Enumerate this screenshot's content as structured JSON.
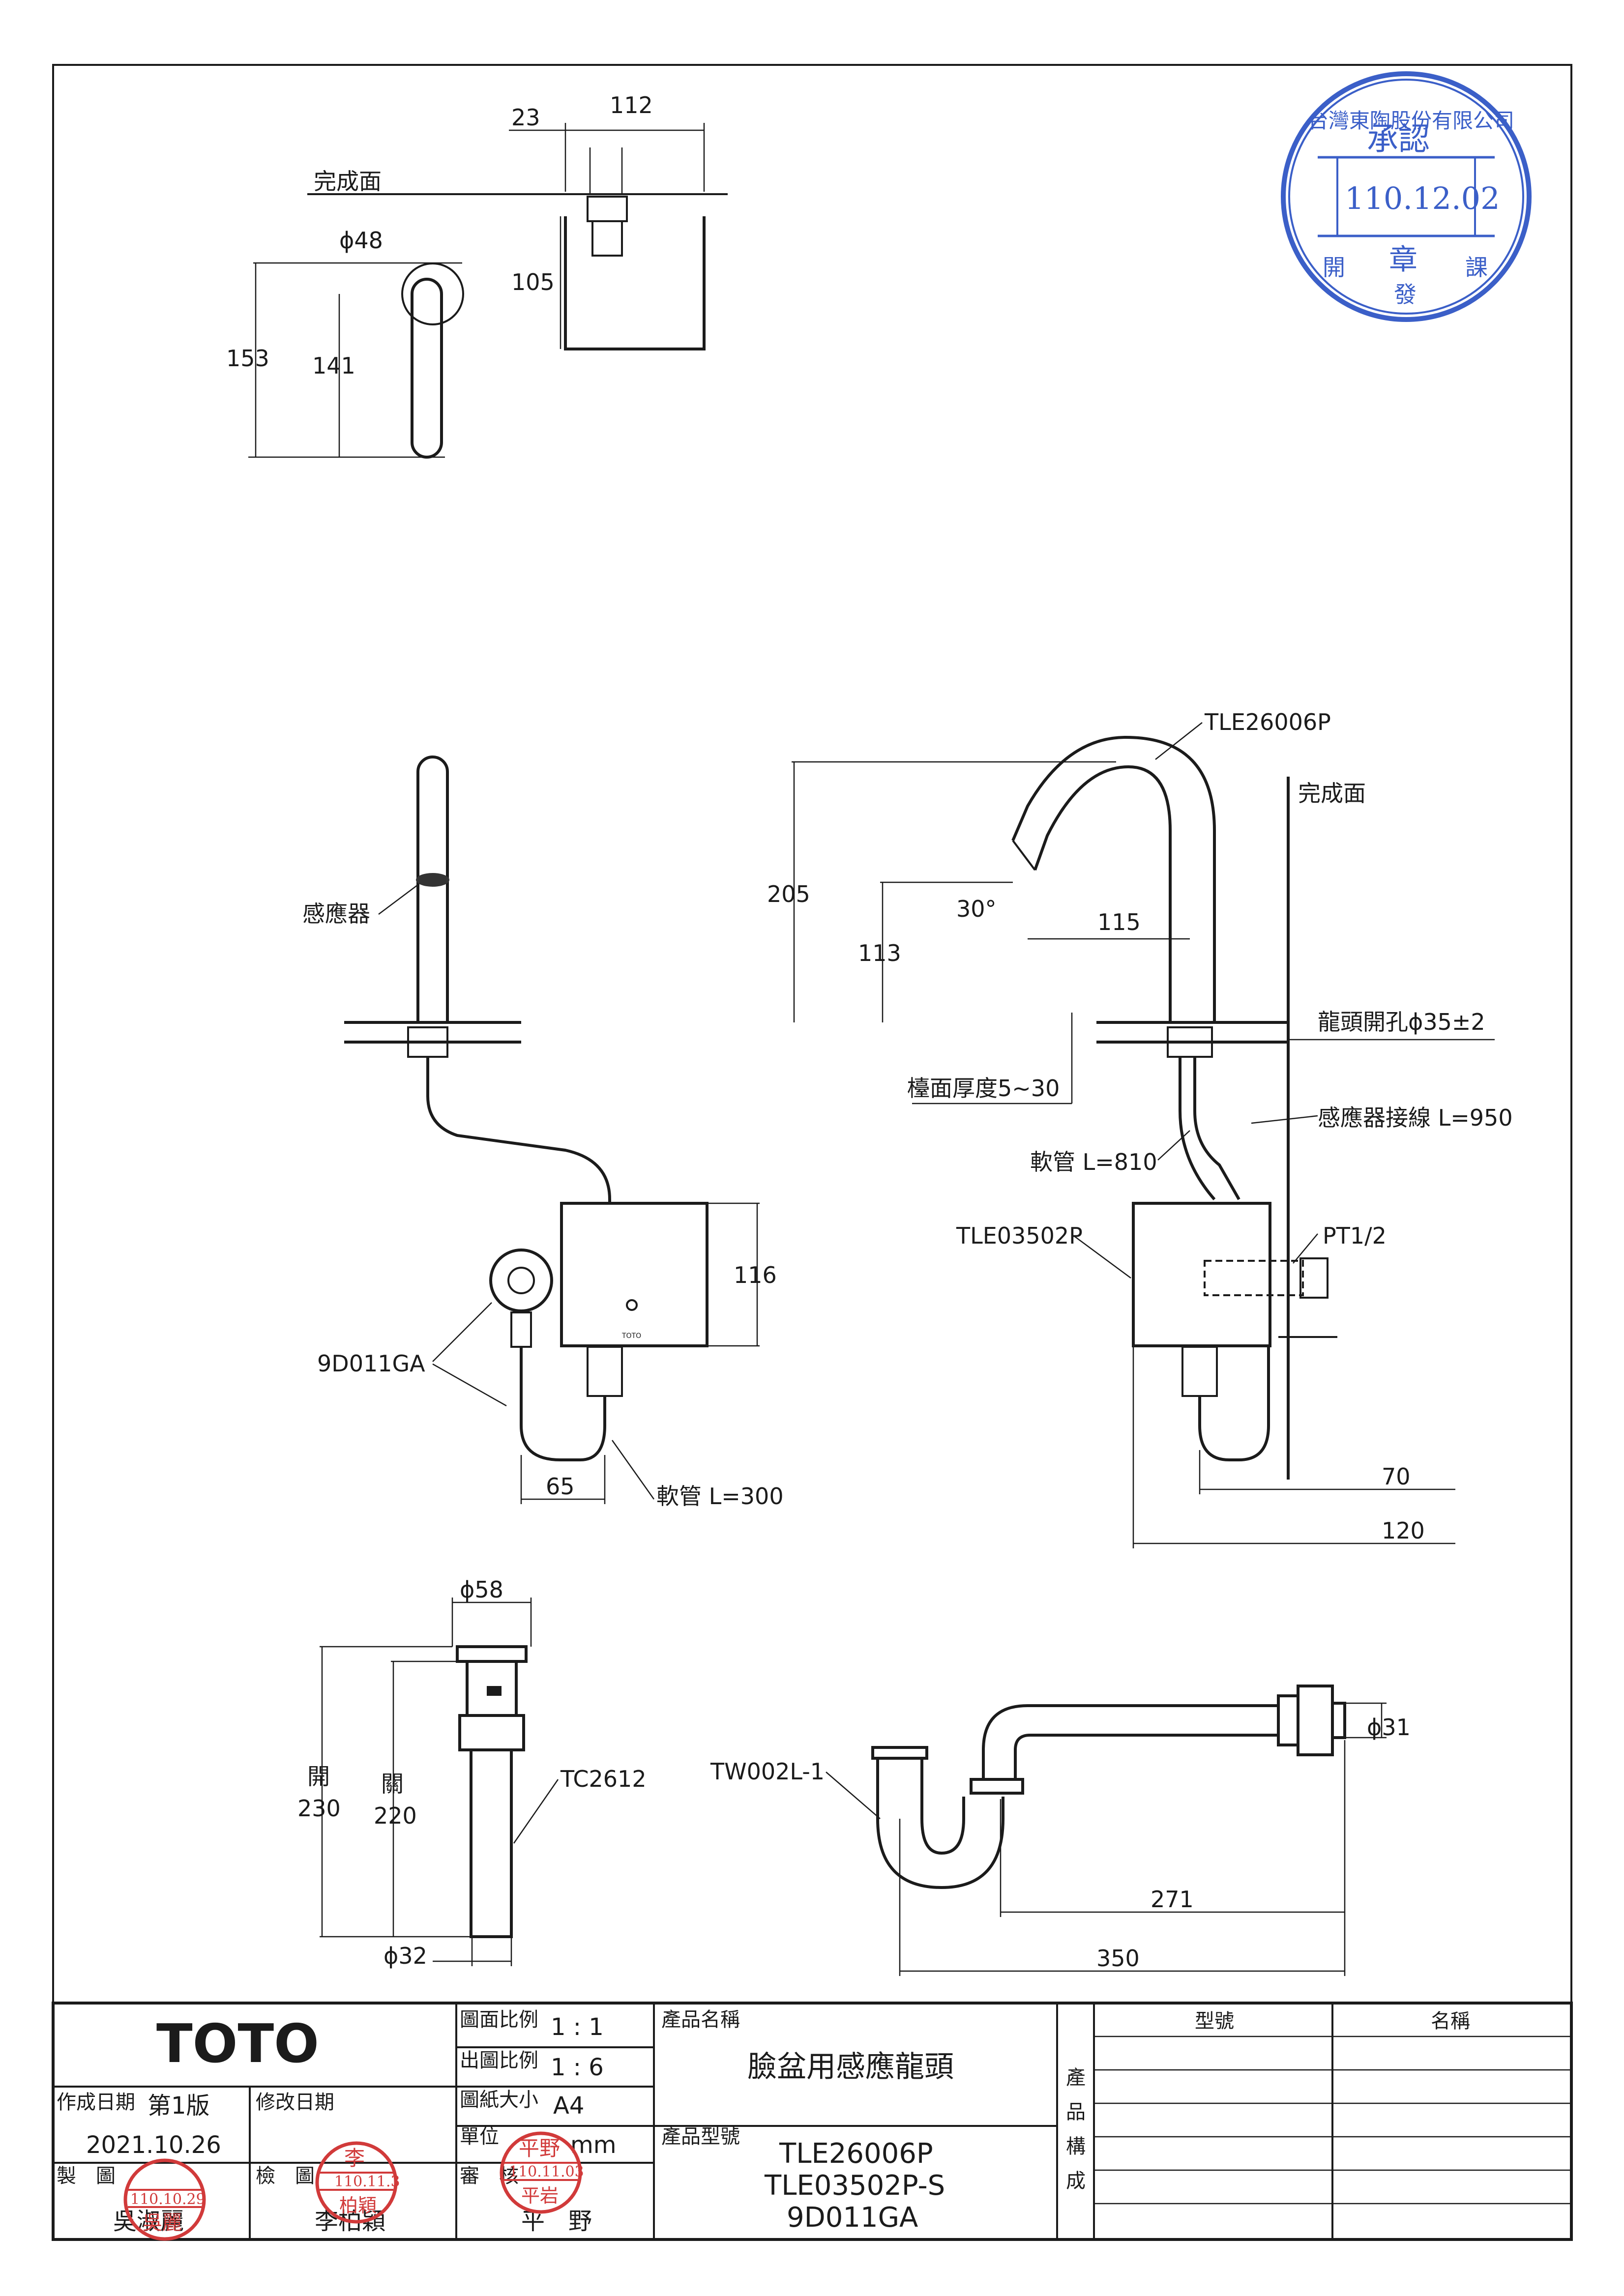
{
  "views": {
    "top": {
      "label_finish": "完成面",
      "dims": {
        "d23": "23",
        "d112": "112",
        "d48": "ϕ48",
        "d105": "105",
        "d153": "153",
        "d141": "141"
      }
    },
    "front": {
      "label_sensor": "感應器",
      "label_valve": "9D011GA",
      "dims": {
        "d116": "116",
        "d65": "65"
      },
      "hose": "軟管 L=300",
      "brand_small": "TOTO"
    },
    "side": {
      "label_faucet": "TLE26006P",
      "label_finish": "完成面",
      "dims": {
        "d205": "205",
        "d113": "113",
        "d30": "30°",
        "d115": "115",
        "d70": "70",
        "d120": "120"
      },
      "hole": "龍頭開孔ϕ35±2",
      "counter": "檯面厚度5~30",
      "sensor_wire": "感應器接線 L=950",
      "hose": "軟管 L=810",
      "box": "TLE03502P",
      "thread": "PT1/2"
    },
    "drain": {
      "dims": {
        "d58": "ϕ58",
        "d32": "ϕ32"
      },
      "open_label": "開",
      "open_val": "230",
      "close_label": "關",
      "close_val": "220",
      "part": "TC2612"
    },
    "trap": {
      "part": "TW002L-1",
      "dims": {
        "d31": "ϕ31",
        "d271": "271",
        "d350": "350"
      }
    }
  },
  "title_block": {
    "brand": "TOTO",
    "scale_label": "圖面比例",
    "scale_value": "1 : 1",
    "print_scale_label": "出圖比例",
    "print_scale_value": "1 : 6",
    "paper_label": "圖紙大小",
    "paper_value": "A4",
    "unit_label": "單位",
    "unit_value": "mm",
    "created_label": "作成日期",
    "edition": "第1版",
    "created_date": "2021.10.26",
    "revised_label": "修改日期",
    "drawn_label": "製　圖",
    "drawn_by": "吳淑麗",
    "checked_label": "檢　圖",
    "checked_by": "李柏穎",
    "approved_label": "審　核",
    "approved_by": "平　野",
    "product_name_label": "產品名稱",
    "product_name": "臉盆用感應龍頭",
    "product_model_label": "產品型號",
    "models": [
      "TLE26006P",
      "TLE03502P-S",
      "9D011GA"
    ],
    "composition_label": [
      "產",
      "品",
      "構",
      "成"
    ],
    "col_model": "型號",
    "col_name": "名稱"
  },
  "stamps": {
    "approval": {
      "company": "台灣東陶股份有限公司",
      "approve": "承認",
      "date": "110.12.02",
      "seal": "章",
      "dept_left": "開",
      "dept_right": "課",
      "dept_bottom": "發"
    },
    "drawn": {
      "date": "110.10.29",
      "name": "吳麗"
    },
    "checked": {
      "name": "李",
      "date": "110.11.3",
      "surname": "柏穎"
    },
    "approved": {
      "name": "平野",
      "date": "110.11.03",
      "surname": "平岩"
    }
  }
}
